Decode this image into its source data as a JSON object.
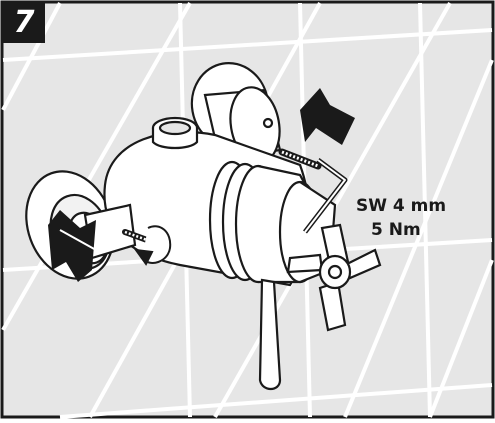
{
  "figure": {
    "step_number": "7",
    "tool_spec": "SW 4 mm",
    "torque_spec": "5 Nm"
  },
  "colors": {
    "wall_tile": "#e6e6e6",
    "tile_grout": "#ffffff",
    "outline": "#1a1a1a",
    "valve_body": "#ffffff",
    "badge_background": "#1a1a1a",
    "badge_text": "#ffffff"
  },
  "icons": [
    "direction-arrow-icon",
    "rotation-arrow-icon",
    "hex-key-icon",
    "screw-icon"
  ]
}
